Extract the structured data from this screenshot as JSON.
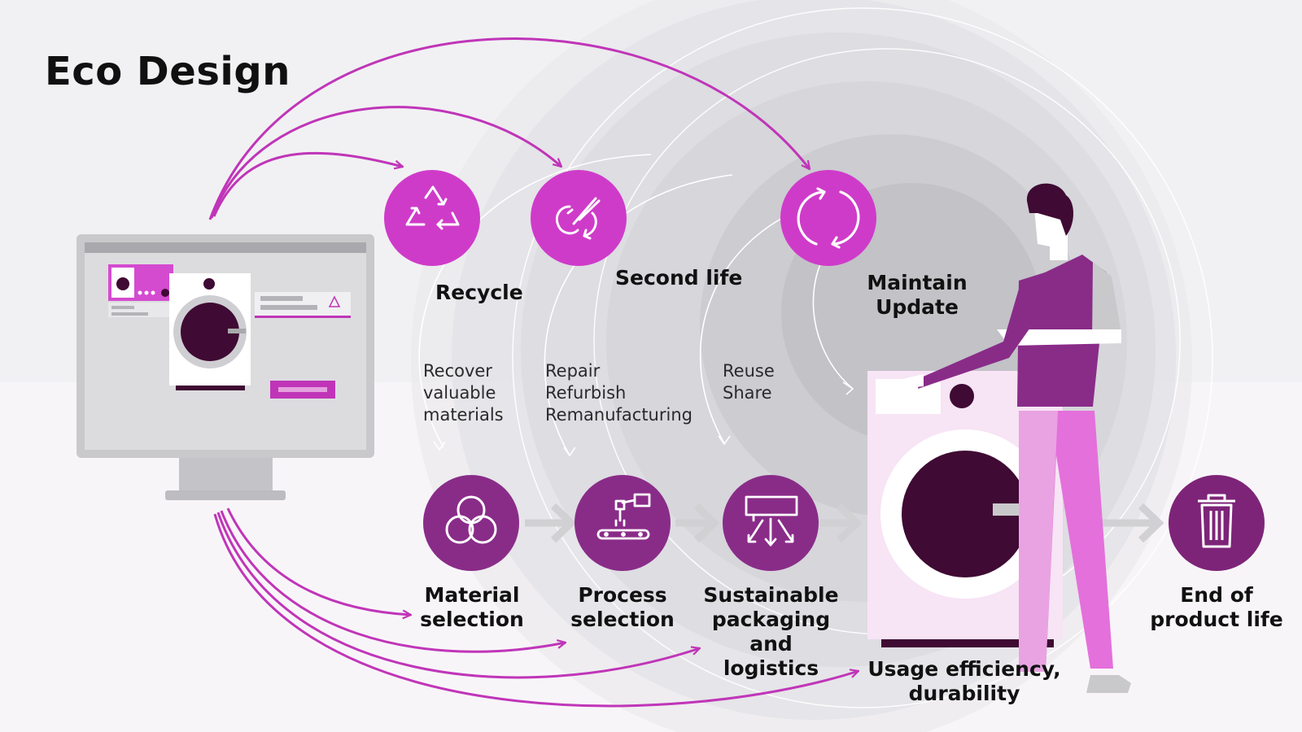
{
  "title": "Eco Design",
  "colors": {
    "magenta": "#cf3bc9",
    "arrow": "#c035b8",
    "stage_circle": "#892c88",
    "end_circle": "#7d2478",
    "dark_plum": "#3f0a33",
    "light_pink": "#e89ae0",
    "gray_arrow": "#d1d1d4"
  },
  "loop_steps": [
    {
      "id": "recycle",
      "label": "Recycle",
      "icon": "recycle-icon",
      "details": "Recover\nvaluable\nmaterials"
    },
    {
      "id": "second-life",
      "label": "Second life",
      "icon": "wrench-repair-icon",
      "details": "Repair\nRefurbish\nRemanufacturing"
    },
    {
      "id": "maintain",
      "label": "Maintain\nUpdate",
      "icon": "refresh-icon",
      "details": "Reuse\nShare"
    }
  ],
  "lifecycle_stages": [
    {
      "id": "material",
      "label": "Material\nselection",
      "icon": "three-circles-icon"
    },
    {
      "id": "process",
      "label": "Process\nselection",
      "icon": "robot-arm-icon"
    },
    {
      "id": "packaging",
      "label": "Sustainable\npackaging and\nlogistics",
      "icon": "package-distribution-icon"
    },
    {
      "id": "usage",
      "label": "Usage efficiency,\ndurability",
      "icon": "washing-machine-icon"
    },
    {
      "id": "end",
      "label": "End of\nproduct life",
      "icon": "trash-can-icon"
    }
  ],
  "illustrations": [
    "computer-monitor-icon",
    "washing-machine-icon",
    "person-figure-icon"
  ]
}
